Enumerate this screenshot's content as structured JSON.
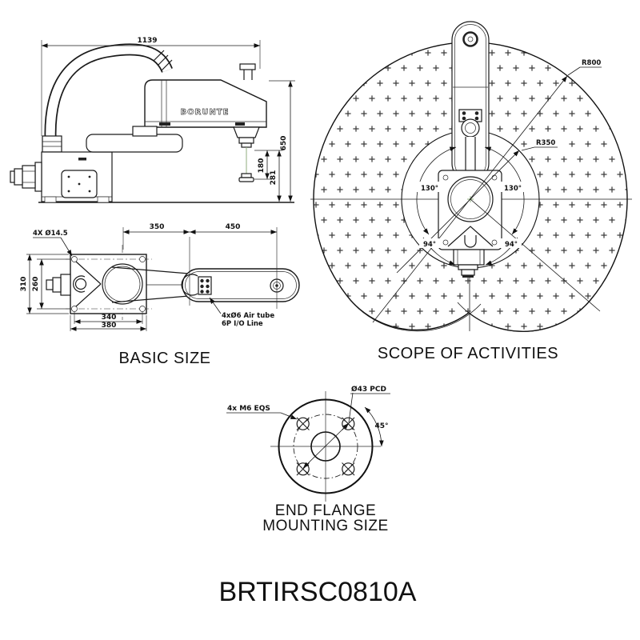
{
  "model_title": "BRTIRSC0810A",
  "basic_size": {
    "caption": "BASIC SIZE",
    "brand_logo": "BORUNTE",
    "dims": {
      "total_width": "1139",
      "total_height": "650",
      "z_stroke": "180",
      "z_travel": "281",
      "arm1_length": "350",
      "arm2_length": "450",
      "base_holes": "4X Ø14.5",
      "base_width_outer": "310",
      "base_width_inner": "260",
      "base_depth_inner": "340",
      "base_depth_outer": "380"
    },
    "notes": {
      "air_tube": "4xØ6 Air tube",
      "io_line": "6P I/O Line"
    }
  },
  "scope": {
    "caption": "SCOPE OF ACTIVITIES",
    "labels": {
      "outer_radius": "R800",
      "inner_radius": "R350",
      "j1_left": "130°",
      "j1_right": "130°",
      "j2_left": "94°",
      "j2_right": "94°"
    }
  },
  "flange": {
    "caption_line1": "END FLANGE",
    "caption_line2": "MOUNTING SIZE",
    "labels": {
      "pcd": "Ø43 PCD",
      "bolts": "4x M6 EQS",
      "angle": "45°"
    }
  },
  "colors": {
    "line": "#1a1a1a",
    "centerline_green": "#8fae7c",
    "hatch": "#3d3d3d",
    "background": "#ffffff"
  }
}
